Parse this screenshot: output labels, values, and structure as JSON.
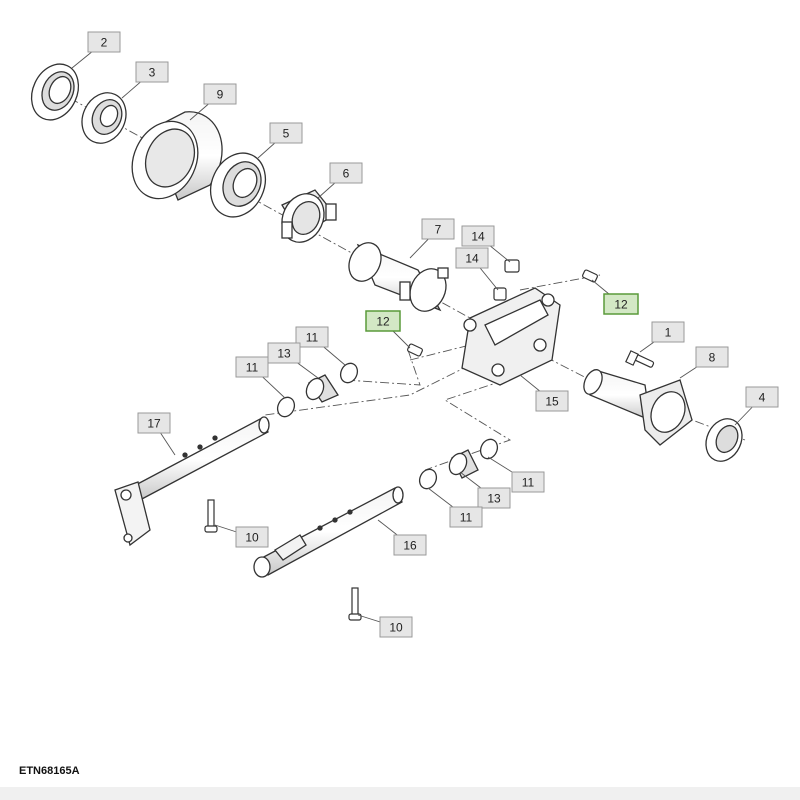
{
  "drawing_id": "ETN68165A",
  "colors": {
    "callout_fill": "#e6e6e6",
    "callout_border": "#999999",
    "highlight_fill": "#d3e8c5",
    "highlight_border": "#5a9a3a",
    "part_stroke": "#333333",
    "part_fill": "#ffffff",
    "part_shade": "#d8d8d8"
  },
  "callouts": [
    {
      "id": "c2",
      "label": "2",
      "highlighted": false
    },
    {
      "id": "c3",
      "label": "3",
      "highlighted": false
    },
    {
      "id": "c9",
      "label": "9",
      "highlighted": false
    },
    {
      "id": "c5",
      "label": "5",
      "highlighted": false
    },
    {
      "id": "c6",
      "label": "6",
      "highlighted": false
    },
    {
      "id": "c7",
      "label": "7",
      "highlighted": false
    },
    {
      "id": "c14a",
      "label": "14",
      "highlighted": false
    },
    {
      "id": "c14b",
      "label": "14",
      "highlighted": false
    },
    {
      "id": "c12a",
      "label": "12",
      "highlighted": true
    },
    {
      "id": "c12b",
      "label": "12",
      "highlighted": true
    },
    {
      "id": "c1",
      "label": "1",
      "highlighted": false
    },
    {
      "id": "c8",
      "label": "8",
      "highlighted": false
    },
    {
      "id": "c4",
      "label": "4",
      "highlighted": false
    },
    {
      "id": "c15",
      "label": "15",
      "highlighted": false
    },
    {
      "id": "c11a",
      "label": "11",
      "highlighted": false
    },
    {
      "id": "c13a",
      "label": "13",
      "highlighted": false
    },
    {
      "id": "c11b",
      "label": "11",
      "highlighted": false
    },
    {
      "id": "c17",
      "label": "17",
      "highlighted": false
    },
    {
      "id": "c11c",
      "label": "11",
      "highlighted": false
    },
    {
      "id": "c13b",
      "label": "13",
      "highlighted": false
    },
    {
      "id": "c11d",
      "label": "11",
      "highlighted": false
    },
    {
      "id": "c10a",
      "label": "10",
      "highlighted": false
    },
    {
      "id": "c16",
      "label": "16",
      "highlighted": false
    },
    {
      "id": "c10b",
      "label": "10",
      "highlighted": false
    }
  ]
}
